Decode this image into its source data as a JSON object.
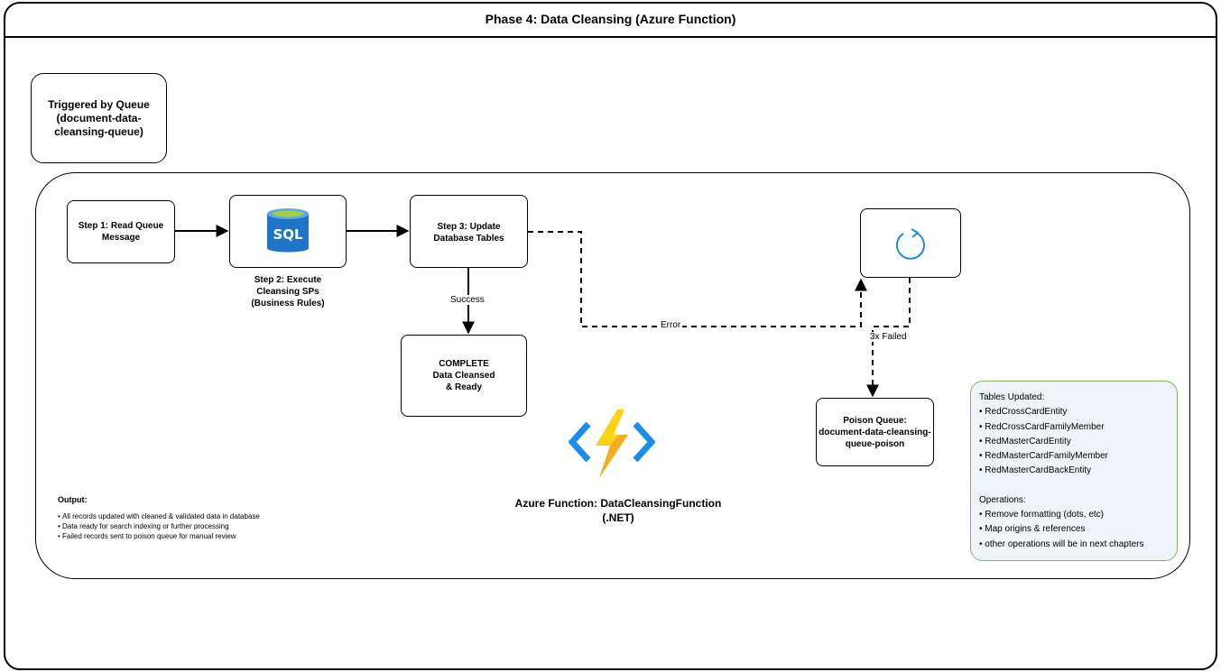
{
  "title": "Phase 4: Data Cleansing (Azure Function)",
  "trigger": "Triggered by Queue\n(document-data-\ncleansing-queue)",
  "steps": {
    "step1": "Step 1: Read Queue\nMessage",
    "step2": "Step 2: Execute\nCleansing SPs\n(Business Rules)",
    "step3": "Step 3: Update\nDatabase Tables",
    "complete": "COMPLETE\nData Cleansed\n& Ready",
    "poison": "Poison Queue:\ndocument-data-cleansing-\nqueue-poison"
  },
  "sql_icon_text": "SQL",
  "edges": {
    "success": "Success",
    "error": "Error",
    "failed": "3x Failed"
  },
  "azure_function_label": "Azure Function: DataCleansingFunction\n(.NET)",
  "output": {
    "heading": "Output:",
    "items": [
      "All records updated with cleaned & validated data in database",
      "Data ready for search indexing or further processing",
      "Failed records sent to poison queue for manual review"
    ]
  },
  "tables_panel": {
    "heading": "Tables Updated:",
    "tables": [
      "RedCrossCardEntity",
      "RedCrossCardFamilyMember",
      "RedMasterCardEntity",
      "RedMasterCardFamilyMember",
      "RedMasterCardBackEntity"
    ],
    "operations_heading": "Operations:",
    "operations": [
      "Remove formatting (dots, etc)",
      "Map origins & references",
      "other operations will be in next chapters"
    ]
  },
  "icons": [
    "sql-database-icon",
    "retry-icon",
    "azure-function-icon"
  ],
  "colors": {
    "tables_fill": "#eef4f9",
    "tables_border": "#82b366",
    "sql_blue": "#1e74c9",
    "retry_blue": "#1a8fd9",
    "bolt_yellow": "#fcd116"
  }
}
